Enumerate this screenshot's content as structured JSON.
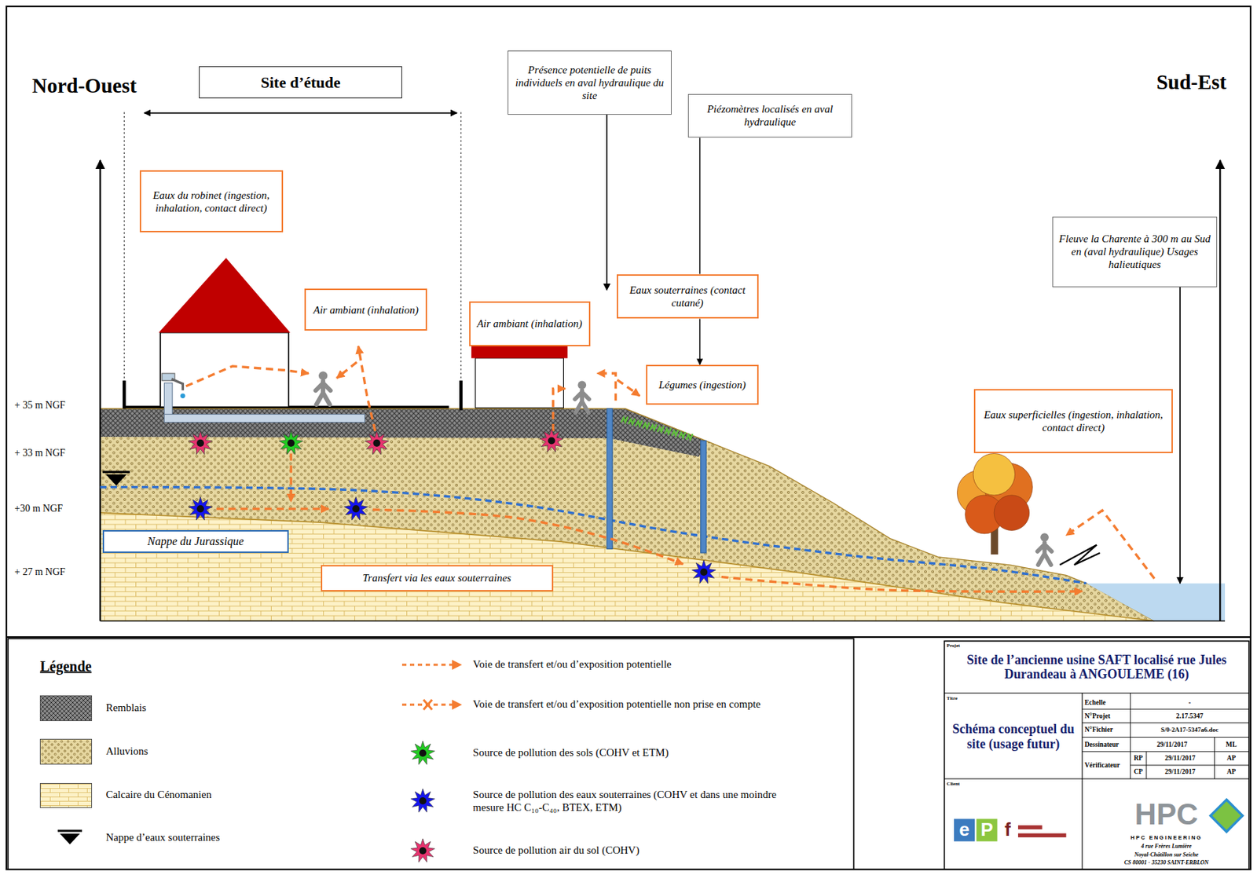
{
  "diagram": {
    "nodes": [
      {
        "text": [
          "Site d’étude"
        ]
      },
      {
        "text": [
          "Présence potentielle de puits individuels en aval hydraulique du site"
        ]
      },
      {
        "text": [
          "Piézomètres localisés en aval hydraulique"
        ]
      },
      {
        "text": [
          "Eaux du robinet (ingestion, inhalation, contact direct)"
        ]
      },
      {
        "text": [
          "Fleuve la Charente à 300 m au Sud en (aval hydraulique) Usages halieutiques"
        ]
      },
      {
        "text": [
          "Eaux souterraines (contact cutané)"
        ]
      },
      {
        "text": [
          "Air ambiant (inhalation)"
        ]
      },
      {
        "text": [
          "Air ambiant (inhalation)"
        ]
      },
      {
        "text": [
          "Légumes (ingestion)"
        ]
      },
      {
        "text": [
          "Eaux superficielles (ingestion, inhalation, contact direct)"
        ]
      },
      {
        "text": [
          "Nappe du Jurassique"
        ]
      },
      {
        "text": [
          "Transfert via les eaux souterraines"
        ]
      }
    ],
    "edges": [
      {
        "from": 2,
        "to": 5,
        "arrow": "none"
      },
      {
        "from": 5,
        "to": 8,
        "arrow": "to"
      }
    ],
    "labels": [
      "Nord-Ouest",
      "Sud-Est",
      "+ 35 m NGF",
      "+ 33 m NGF",
      "+30 m NGF",
      "+ 27 m NGF",
      "Légende",
      "Site de l’ancienne usine SAFT localisé rue Jules Durandeau à ANGOULEME (16)",
      "Schéma conceptuel du site (usage futur)",
      "Echelle",
      "-",
      "N°Projet",
      "2.17.5347",
      "N°Fichier",
      "S/0-2A17-5347a6.doc",
      "Dessinateur",
      "29/11/2017",
      "ML",
      "Vérificateur",
      "RP",
      "29/11/2017",
      "AP",
      "CP",
      "29/11/2017",
      "AP",
      "Projet",
      "Titre",
      "Client",
      "HPC",
      "HPC ENGINEERING",
      "4 rue Frères Lumière",
      "Noyal-Châtillon sur Seiche",
      "CS 80001 - 35230 SAINT-ERBLON",
      "e",
      "P",
      "f"
    ],
    "legend": [
      {
        "text": "Remblais",
        "color": "#8a8a8a"
      },
      {
        "text": "Alluvions",
        "color": "#e6d7a0"
      },
      {
        "text": "Calcaire du Cénomanien",
        "color": "#fdf2c8"
      },
      {
        "text": "Nappe d’eaux souterraines"
      },
      {
        "text": "Voie de transfert et/ou d’exposition potentielle"
      },
      {
        "text": "Voie de transfert et/ou d’exposition potentielle non prise en compte"
      },
      {
        "text": "Source de pollution des sols (COHV et ETM)",
        "color": "#22cc22"
      },
      {
        "text": "Source de pollution des eaux souterraines (COHV et dans une moindre mesure HC C₁₀-C₄₀, BTEX, ETM)",
        "color": "#1414ee"
      },
      {
        "text": "Source de pollution air du sol (COHV)",
        "color": "#e8336f"
      }
    ]
  }
}
